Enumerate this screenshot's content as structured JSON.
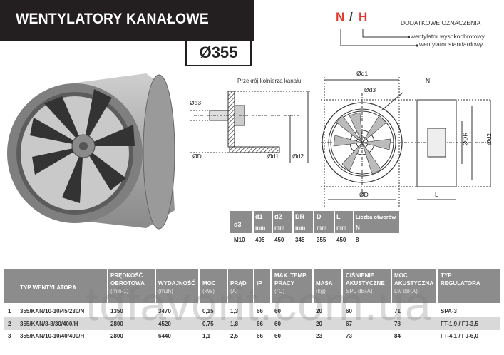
{
  "header": {
    "title": "WENTYLATORY KANAŁOWE",
    "size": "Ø355"
  },
  "legend": {
    "code_n": "N",
    "slash": "/",
    "code_h": "H",
    "heading": "DODATKOWE OZNACZENIA",
    "h_desc": "wentylator wysokoobrotowy",
    "n_desc": "wentylator standardowy"
  },
  "diagram": {
    "section_label": "Przekrój kołnierza kanału",
    "labels": {
      "d3": "Ød3",
      "D": "ØD",
      "d1": "Ød1",
      "d2": "Ød2",
      "DR": "ØDR",
      "L": "L",
      "N": "N"
    }
  },
  "dim_table": {
    "headers": [
      {
        "label": "d3",
        "unit": ""
      },
      {
        "label": "d1",
        "unit": "mm"
      },
      {
        "label": "d2",
        "unit": "mm"
      },
      {
        "label": "DR",
        "unit": "mm"
      },
      {
        "label": "D",
        "unit": "mm"
      },
      {
        "label": "L",
        "unit": "mm"
      },
      {
        "label": "Liczba otworów",
        "unit": "N"
      }
    ],
    "row": [
      "M10",
      "405",
      "450",
      "345",
      "355",
      "450",
      "8"
    ]
  },
  "main_table": {
    "headers": [
      {
        "l1": "",
        "l2": "TYP WENTYLATORA",
        "unit": ""
      },
      {
        "l1": "PRĘDKOŚĆ",
        "l2": "OBROTOWA",
        "unit": "(min-1)"
      },
      {
        "l1": "",
        "l2": "WYDAJNOŚĆ",
        "unit": "(m3h)"
      },
      {
        "l1": "",
        "l2": "MOC",
        "unit": "(kW)"
      },
      {
        "l1": "",
        "l2": "PRĄD",
        "unit": "(A)"
      },
      {
        "l1": "",
        "l2": "IP",
        "unit": ""
      },
      {
        "l1": "MAX. TEMP.",
        "l2": "PRACY",
        "unit": "(°C)"
      },
      {
        "l1": "",
        "l2": "MASA",
        "unit": "(kg)"
      },
      {
        "l1": "CIŚNIENIE",
        "l2": "AKUSTYCZNE",
        "unit": "SPL dB(A)"
      },
      {
        "l1": "MOC",
        "l2": "AKUSTYCZNA",
        "unit": "Lw dB(A)"
      },
      {
        "l1": "TYP",
        "l2": "REGULATORA",
        "unit": ""
      }
    ],
    "rows": [
      {
        "num": "1",
        "cells": [
          "355/KAN/10-10/45/230/N",
          "1350",
          "3470",
          "0,15",
          "1,3",
          "66",
          "60",
          "20",
          "60",
          "71",
          "SPA-3"
        ]
      },
      {
        "num": "2",
        "cells": [
          "355/KAN/8-8/30/400/H",
          "2800",
          "4520",
          "0,75",
          "1,8",
          "66",
          "60",
          "20",
          "67",
          "78",
          "FT-1,9 / FJ-3,5"
        ]
      },
      {
        "num": "3",
        "cells": [
          "355/KAN/10-10/40/400/H",
          "2800",
          "6440",
          "1,1",
          "2,5",
          "66",
          "60",
          "23",
          "73",
          "84",
          "FT-4,1 / FJ-6,0"
        ]
      }
    ]
  },
  "watermark": "tdfavorit.com.ua",
  "colors": {
    "accent": "#e63a2e",
    "header_bg": "#8c8c8c",
    "title_bg": "#231f20",
    "alt_row": "#d9d9d9"
  }
}
